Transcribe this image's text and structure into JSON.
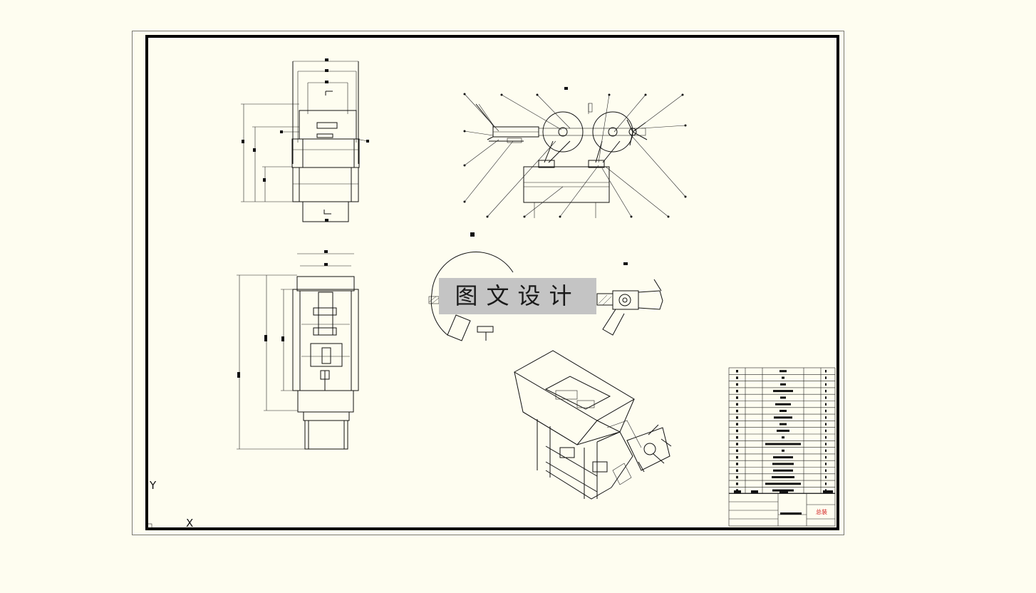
{
  "watermark": {
    "text": "图文设计"
  },
  "axes": {
    "y_label": "Y",
    "x_label": "X"
  },
  "title_block": {
    "stamp_text": "总装"
  },
  "colors": {
    "background": "#fefdf0",
    "line": "#111111",
    "watermark_bg": "#c4c4c4",
    "stamp": "#d21a1a"
  }
}
